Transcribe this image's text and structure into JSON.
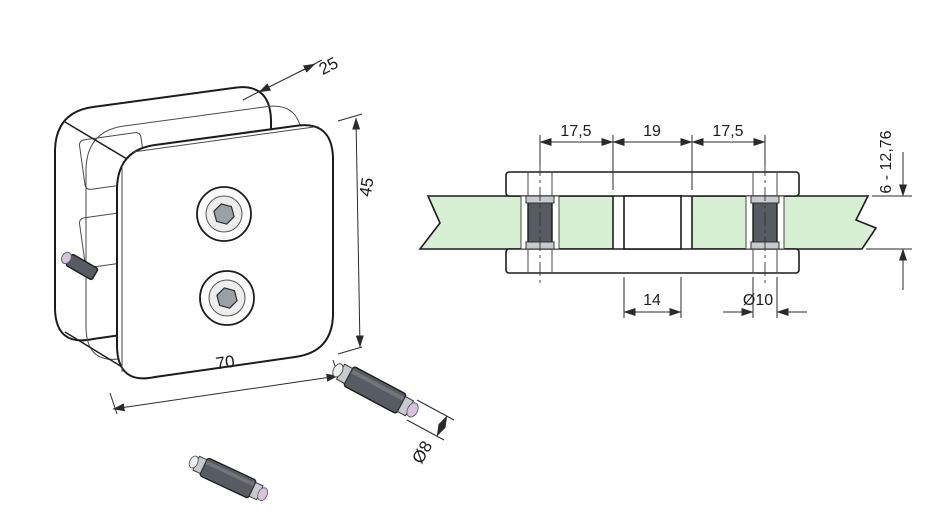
{
  "meta": {
    "type": "technical-drawing-glass-clamp"
  },
  "colors": {
    "background": "#ffffff",
    "line": "#1c1c1c",
    "dim": "#2a2a2a",
    "glass": "#d7efd3",
    "pin_body": "#575c62",
    "pin_ring": "#c7cbcf",
    "pin_tip": "#d8c3de",
    "socket": "#9aa0a6"
  },
  "views": {
    "isometric": {
      "dims": {
        "depth": "25",
        "height": "45",
        "width": "70"
      },
      "pin_diameter": "Ø8"
    },
    "section": {
      "dims": {
        "pin_pitch_left": "17,5",
        "center_gap": "19",
        "pin_pitch_right": "17,5",
        "glass_thickness": "6 - 12,76",
        "rib_width": "14",
        "hole_diameter": "Ø10"
      }
    }
  }
}
